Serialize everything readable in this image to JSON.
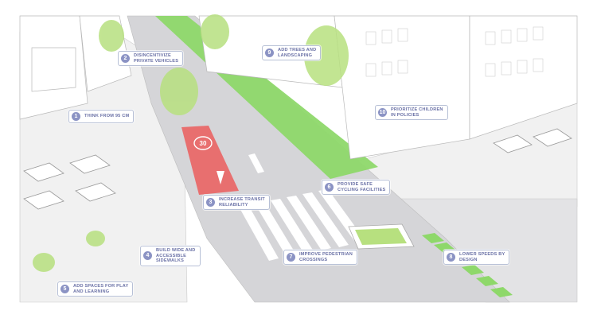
{
  "colors": {
    "accent": "#8b93c4",
    "accent_text": "#6a71a6",
    "bike_lane": "#8ed86a",
    "bus_lane": "#e86f6f",
    "road": "#d3d3d6",
    "sidewalk": "#efefef",
    "tree": "#b7e07f"
  },
  "road_marking": "30",
  "callouts": [
    {
      "number": "1",
      "text": "THINK FROM 95 CM"
    },
    {
      "number": "2",
      "text": "DISINCENTIVIZE\nPRIVATE VEHICLES"
    },
    {
      "number": "3",
      "text": "INCREASE TRANSIT\nRELIABILITY"
    },
    {
      "number": "4",
      "text": "BUILD WIDE AND\nACCESSIBLE\nSIDEWALKS"
    },
    {
      "number": "5",
      "text": "ADD SPACES FOR PLAY\nAND LEARNING"
    },
    {
      "number": "6",
      "text": "PROVIDE SAFE\nCYCLING FACILITIES"
    },
    {
      "number": "7",
      "text": "IMPROVE PEDESTRIAN\nCROSSINGS"
    },
    {
      "number": "8",
      "text": "LOWER SPEEDS BY\nDESIGN"
    },
    {
      "number": "9",
      "text": "ADD TREES AND\nLANDSCAPING"
    },
    {
      "number": "10",
      "text": "PRIORITIZE CHILDREN\nIN POLICIES"
    }
  ]
}
